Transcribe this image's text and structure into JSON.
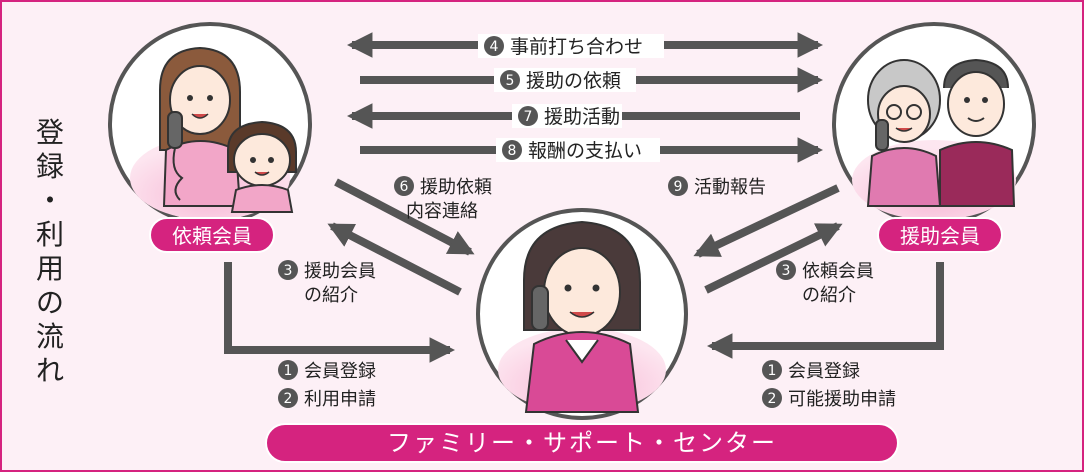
{
  "side_title": [
    "登",
    "録",
    "・",
    "利",
    "用",
    "の",
    "流",
    "れ"
  ],
  "nodes": {
    "requester": "依頼会員",
    "helper": "援助会員",
    "center": "ファミリー・サポート・センター"
  },
  "top_arrows": [
    {
      "num": "4",
      "label": "事前打ち合わせ"
    },
    {
      "num": "5",
      "label": "援助の依頼"
    },
    {
      "num": "7",
      "label": "援助活動"
    },
    {
      "num": "8",
      "label": "報酬の支払い"
    }
  ],
  "left": {
    "s6_num": "6",
    "s6_line1": "援助依頼",
    "s6_line2": "内容連絡",
    "s3_num": "3",
    "s3_line1": "援助会員",
    "s3_line2": "の紹介",
    "s1_num": "1",
    "s1_label": "会員登録",
    "s2_num": "2",
    "s2_label": "利用申請"
  },
  "right": {
    "s9_num": "9",
    "s9_label": "活動報告",
    "s3_num": "3",
    "s3_line1": "依頼会員",
    "s3_line2": "の紹介",
    "s1_num": "1",
    "s1_label": "会員登録",
    "s2_num": "2",
    "s2_label": "可能援助申請"
  },
  "colors": {
    "accent": "#d5237f",
    "arrow": "#555555",
    "pink_bg": "#fdf0f6"
  }
}
